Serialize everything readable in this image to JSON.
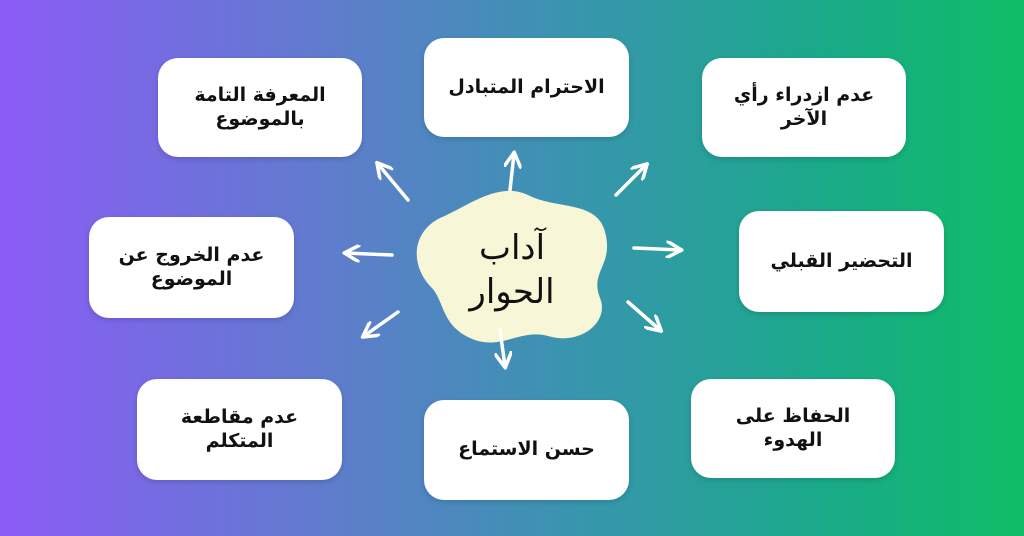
{
  "center": {
    "line1": "آداب",
    "line2": "الحوار"
  },
  "nodes": {
    "top_left": "المعرفة التامة بالموضوع",
    "top": "الاحترام المتبادل",
    "top_right": "عدم ازدراء رأي الآخر",
    "left": "عدم الخروج عن الموضوع",
    "right": "التحضير القبلي",
    "bottom_left": "عدم مقاطعة المتكلم",
    "bottom": "حسن الاستماع",
    "bottom_right": "الحفاظ على الهدوء"
  },
  "colors": {
    "gradient_left": "#8b5cf6",
    "gradient_right": "#0fbd66",
    "blob": "#f7f7d8"
  }
}
